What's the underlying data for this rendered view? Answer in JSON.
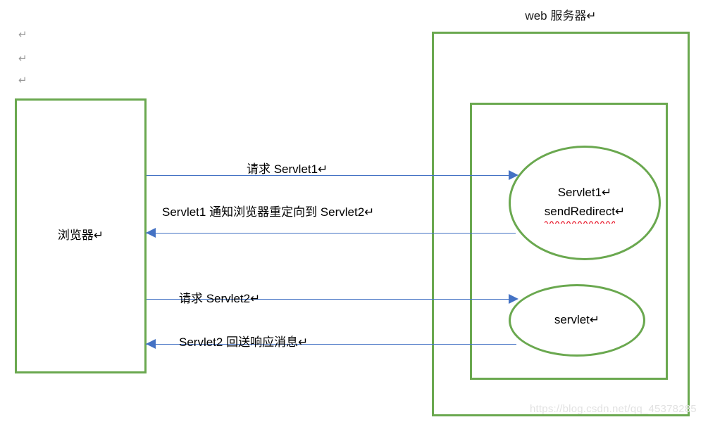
{
  "diagram": {
    "server": {
      "title": "web 服务器↵",
      "outer_box_name": "web-server-boundary",
      "inner_box_name": "servlet-container",
      "border_color": "#6aa84f"
    },
    "browser": {
      "label": "浏览器↵",
      "border_color": "#6aa84f"
    },
    "return_marks": [
      "↵",
      "↵",
      "↵"
    ],
    "nodes": [
      {
        "id": "servlet1",
        "line1": "Servlet1↵",
        "line2": "sendRedirect↵",
        "spellcheck_underline": true,
        "border_color": "#6aa84f"
      },
      {
        "id": "servlet2",
        "line1": "servlet↵",
        "border_color": "#6aa84f"
      }
    ],
    "flows": [
      {
        "id": "flow1",
        "label": "请求 Servlet1↵",
        "direction": "right",
        "from": "浏览器",
        "to": "Servlet1",
        "color": "#4472c4"
      },
      {
        "id": "flow2",
        "label": "Servlet1 通知浏览器重定向到 Servlet2↵",
        "direction": "left",
        "from": "Servlet1",
        "to": "浏览器",
        "color": "#4472c4"
      },
      {
        "id": "flow3",
        "label": "请求 Servlet2↵",
        "direction": "right",
        "from": "浏览器",
        "to": "servlet",
        "color": "#4472c4"
      },
      {
        "id": "flow4",
        "label": "Servlet2 回送响应消息↵",
        "direction": "left",
        "from": "servlet",
        "to": "浏览器",
        "color": "#4472c4"
      }
    ],
    "watermark": "https://blog.csdn.net/qq_45378285"
  }
}
